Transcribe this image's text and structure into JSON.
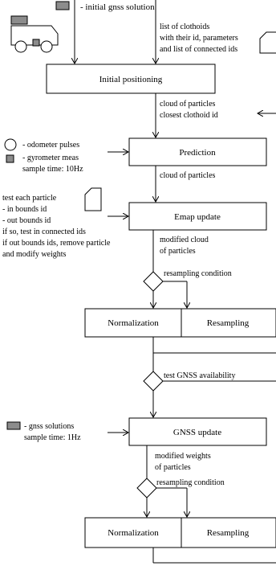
{
  "notes": {
    "gnss_initial": "- initial gnss solution",
    "clothoids": [
      "list of clothoids",
      "with their id, parameters",
      "and list of connected ids"
    ],
    "cloud1": [
      "cloud of particles",
      "closest clothoid id"
    ],
    "odometer": "- odometer pulses",
    "gyrometer": "- gyrometer meas",
    "sample_10": "sample time:  10Hz",
    "cloud2": "cloud of particles",
    "test_particle": [
      "test each particle",
      "- in bounds id",
      "- out bounds id",
      "if so, test in connected ids",
      "if out bounds ids, remove particle",
      "and modify weights"
    ],
    "modified_cloud": [
      "modified cloud",
      "of particles"
    ],
    "resampling_condition_1": "resampling condition",
    "test_gnss": "test GNSS availability",
    "gnss_solutions": "- gnss solutions",
    "sample_1": "sample time:  1Hz",
    "modified_weights": [
      "modified weights",
      "of particles"
    ],
    "resampling_condition_2": "resampling condition"
  },
  "boxes": {
    "initial_positioning": "Initial positioning",
    "prediction": "Prediction",
    "emap_update": "Emap update",
    "normalization_1": "Normalization",
    "resampling_1": "Resampling",
    "gnss_update": "GNSS update",
    "normalization_2": "Normalization",
    "resampling_2": "Resampling"
  }
}
